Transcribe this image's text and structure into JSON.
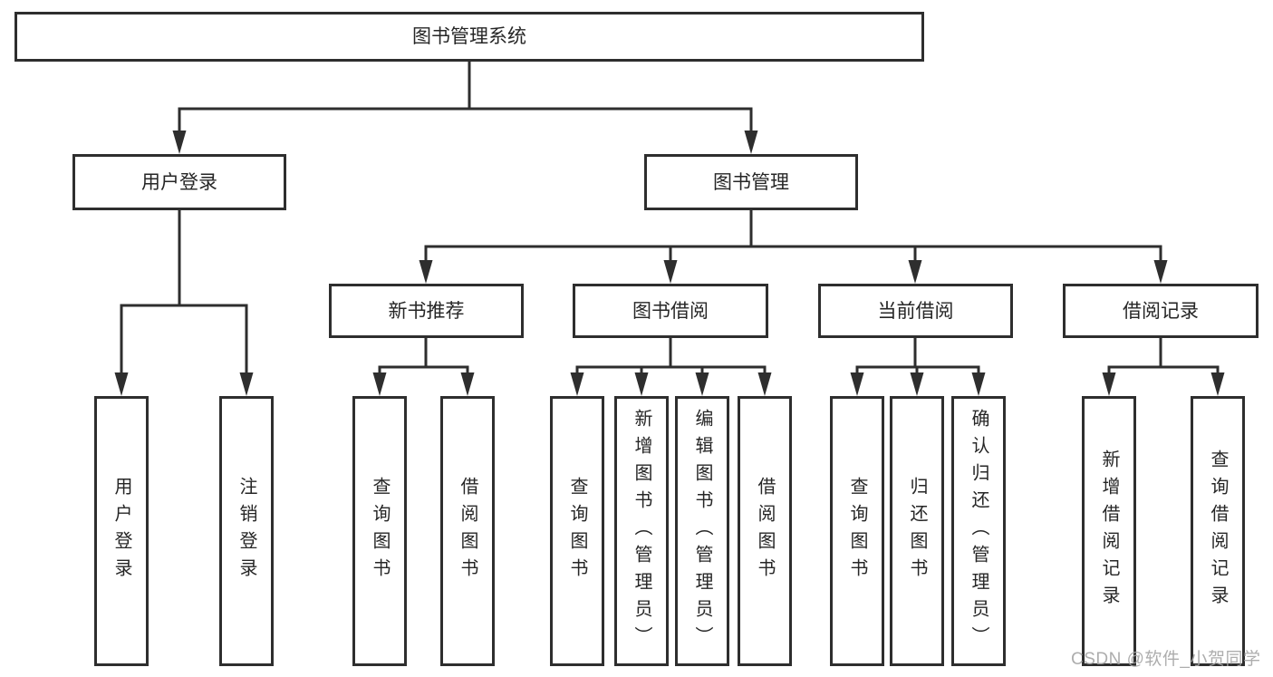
{
  "colors": {
    "line": "#2e2e2e",
    "box_border": "#2e2e2e",
    "text": "#262626",
    "background": "#ffffff",
    "watermark": "#a5a5a5"
  },
  "watermark": {
    "text": "CSDN @软件_小贺同学"
  },
  "tree": {
    "root": {
      "label": "图书管理系统"
    },
    "branches": [
      {
        "label": "用户登录",
        "children": [
          {
            "label": "用户登录"
          },
          {
            "label": "注销登录"
          }
        ]
      },
      {
        "label": "图书管理",
        "children": [
          {
            "label": "新书推荐",
            "children": [
              {
                "label": "查询图书"
              },
              {
                "label": "借阅图书"
              }
            ]
          },
          {
            "label": "图书借阅",
            "children": [
              {
                "label": "查询图书"
              },
              {
                "label": "新增图书（管理员）"
              },
              {
                "label": "编辑图书（管理员）"
              },
              {
                "label": "借阅图书"
              }
            ]
          },
          {
            "label": "当前借阅",
            "children": [
              {
                "label": "查询图书"
              },
              {
                "label": "归还图书"
              },
              {
                "label": "确认归还（管理员）"
              }
            ]
          },
          {
            "label": "借阅记录",
            "children": [
              {
                "label": "新增借阅记录"
              },
              {
                "label": "查询借阅记录"
              }
            ]
          }
        ]
      }
    ]
  }
}
